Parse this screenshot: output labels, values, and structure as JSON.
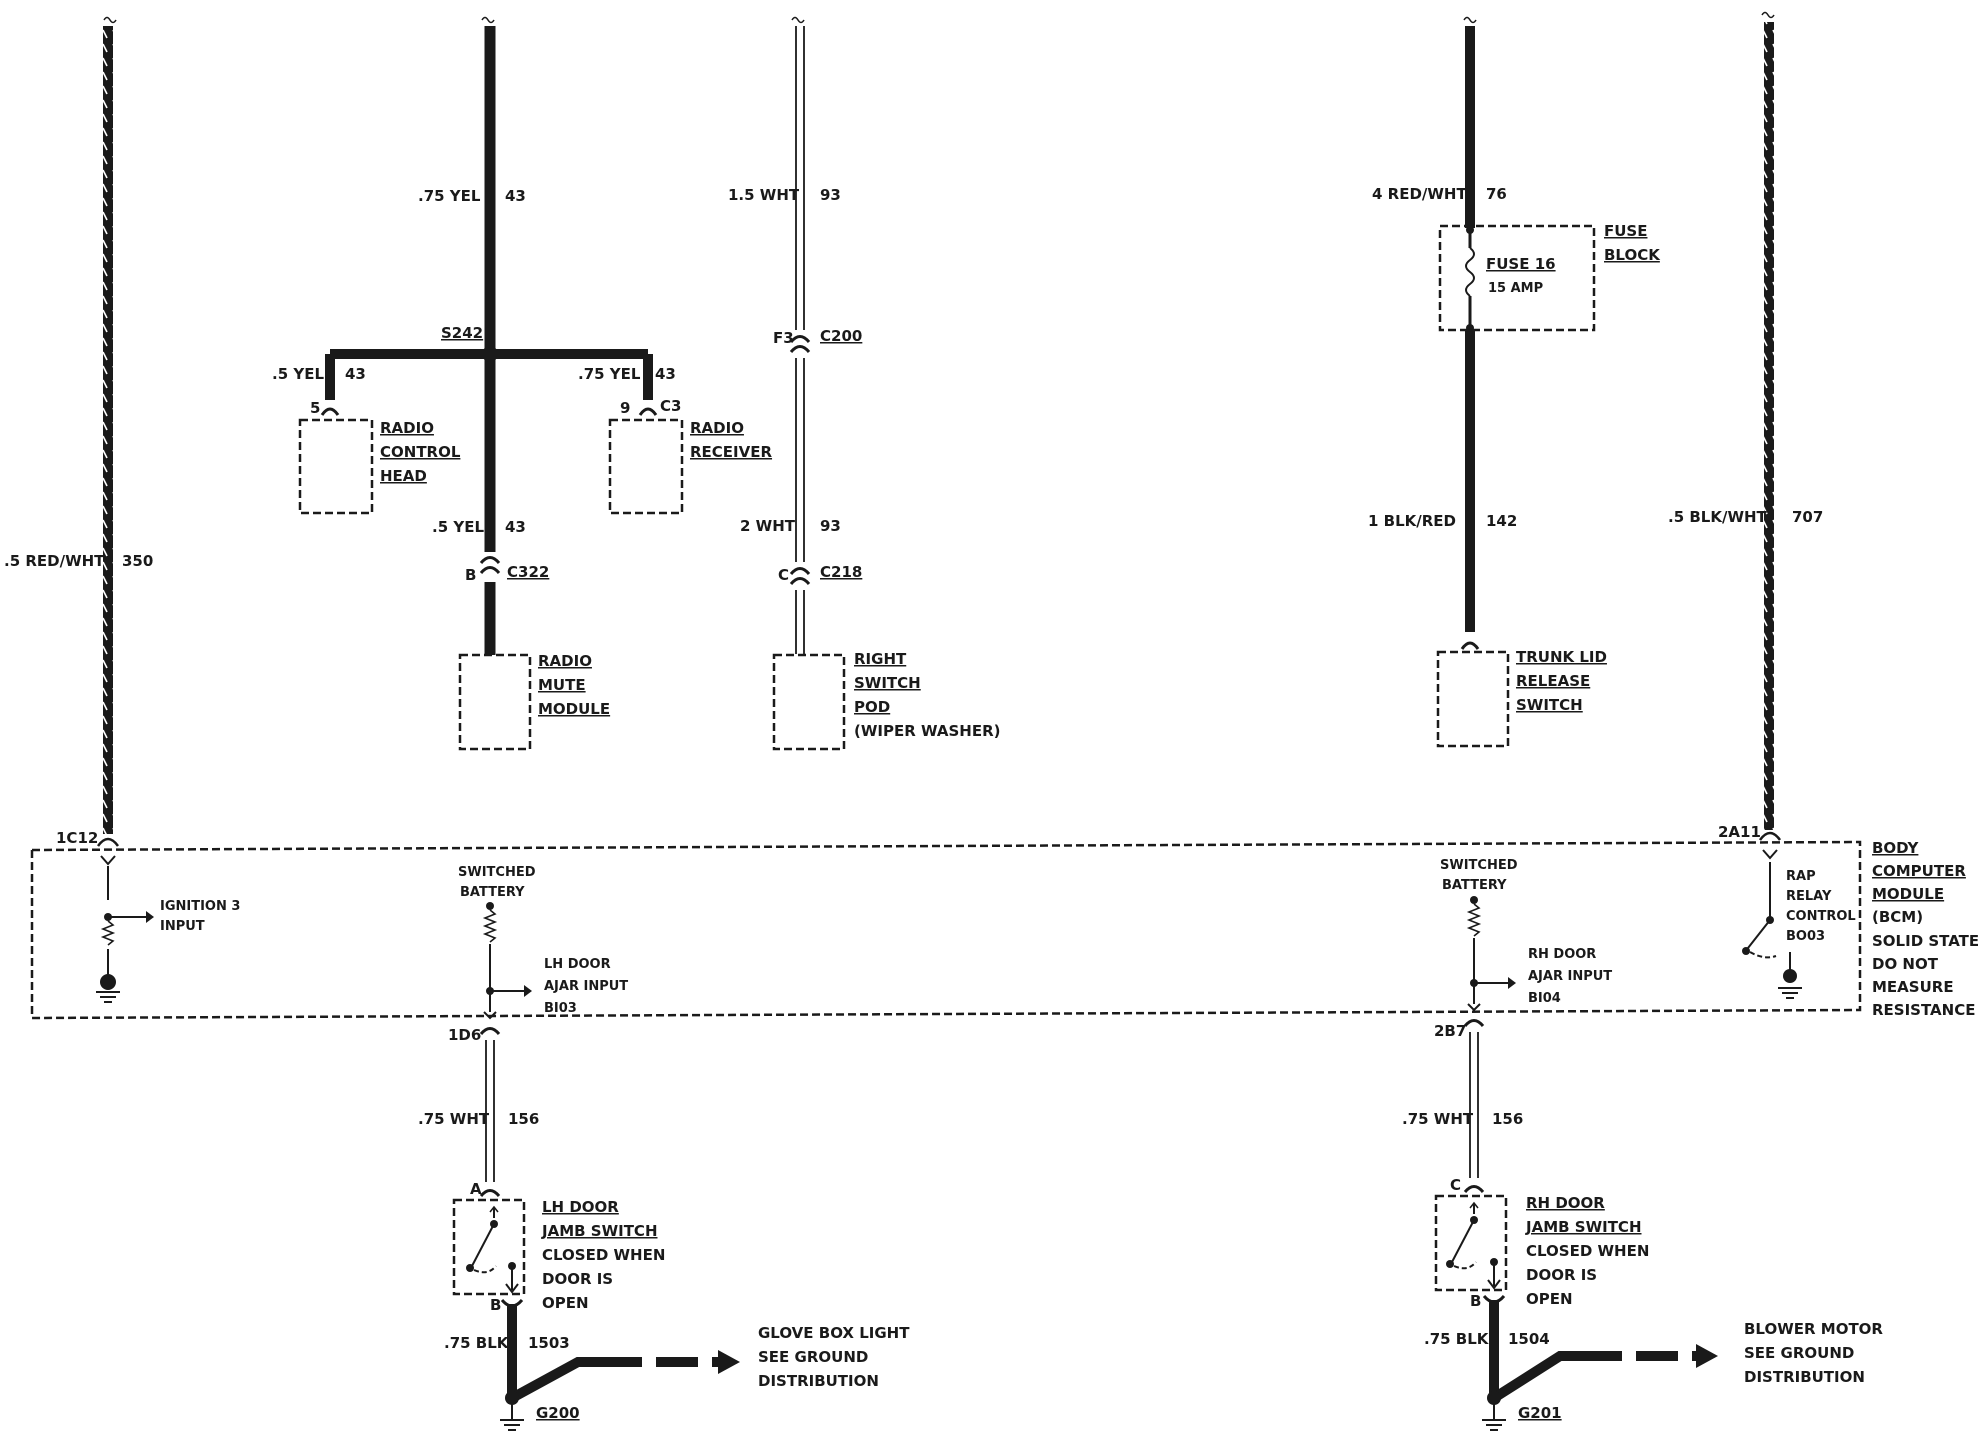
{
  "wires": {
    "w350": {
      "gauge": ".5 RED/WHT",
      "circuit": "350"
    },
    "w43_main": {
      "gauge": ".75 YEL",
      "circuit": "43"
    },
    "w43_left": {
      "gauge": ".5 YEL",
      "circuit": "43"
    },
    "w43_right": {
      "gauge": ".75 YEL",
      "circuit": "43"
    },
    "w43_low": {
      "gauge": ".5 YEL",
      "circuit": "43"
    },
    "w93_up": {
      "gauge": "1.5 WHT",
      "circuit": "93"
    },
    "w93_low": {
      "gauge": "2 WHT",
      "circuit": "93"
    },
    "w76": {
      "gauge": "4 RED/WHT",
      "circuit": "76"
    },
    "w142": {
      "gauge": "1 BLK/RED",
      "circuit": "142"
    },
    "w707": {
      "gauge": ".5 BLK/WHT",
      "circuit": "707"
    },
    "w156_l": {
      "gauge": ".75 WHT",
      "circuit": "156"
    },
    "w156_r": {
      "gauge": ".75 WHT",
      "circuit": "156"
    },
    "w1503": {
      "gauge": ".75 BLK",
      "circuit": "1503"
    },
    "w1504": {
      "gauge": ".75 BLK",
      "circuit": "1504"
    }
  },
  "splice": "S242",
  "connectors": {
    "c5": "5",
    "c9": "9",
    "c3": "C3",
    "b_c322": "B",
    "c322": "C322",
    "f3": "F3",
    "c200": "C200",
    "c_c218": "C",
    "c218": "C218",
    "c1c12": "1C12",
    "c2a11": "2A11",
    "c1d6": "1D6",
    "c2b7": "2B7",
    "lh_a": "A",
    "lh_b": "B",
    "rh_c": "C",
    "rh_b": "B"
  },
  "components": {
    "radio_control_head": [
      "RADIO",
      "CONTROL",
      "HEAD"
    ],
    "radio_receiver": [
      "RADIO",
      "RECEIVER"
    ],
    "radio_mute_module": [
      "RADIO",
      "MUTE",
      "MODULE"
    ],
    "right_switch_pod": [
      "RIGHT",
      "SWITCH",
      "POD",
      "(WIPER WASHER)"
    ],
    "fuse_block": [
      "FUSE",
      "BLOCK"
    ],
    "fuse": {
      "name": "FUSE 16",
      "rating": "15 AMP"
    },
    "trunk_lid_switch": [
      "TRUNK LID",
      "RELEASE",
      "SWITCH"
    ],
    "bcm": [
      "BODY",
      "COMPUTER",
      "MODULE",
      "(BCM)",
      "SOLID STATE",
      "DO NOT",
      "MEASURE",
      "RESISTANCE"
    ],
    "lh_jamb": [
      "LH DOOR",
      "JAMB SWITCH",
      "CLOSED WHEN",
      "DOOR IS",
      "OPEN"
    ],
    "rh_jamb": [
      "RH DOOR",
      "JAMB SWITCH",
      "CLOSED WHEN",
      "DOOR IS",
      "OPEN"
    ]
  },
  "bcm_internal": {
    "ignition": [
      "IGNITION 3",
      "INPUT"
    ],
    "switched_battery_left": [
      "SWITCHED",
      "BATTERY"
    ],
    "lh_ajar": [
      "LH DOOR",
      "AJAR INPUT",
      "BI03"
    ],
    "switched_battery_right": [
      "SWITCHED",
      "BATTERY"
    ],
    "rh_ajar": [
      "RH DOOR",
      "AJAR INPUT",
      "BI04"
    ],
    "rap": [
      "RAP",
      "RELAY",
      "CONTROL",
      "BO03"
    ]
  },
  "grounds": {
    "g200": "G200",
    "g201": "G201",
    "glove_box": [
      "GLOVE BOX LIGHT",
      "SEE GROUND",
      "DISTRIBUTION"
    ],
    "blower_motor": [
      "BLOWER MOTOR",
      "SEE GROUND",
      "DISTRIBUTION"
    ]
  },
  "colors": {
    "ink": "#1a1a1a",
    "paper": "#ffffff"
  }
}
